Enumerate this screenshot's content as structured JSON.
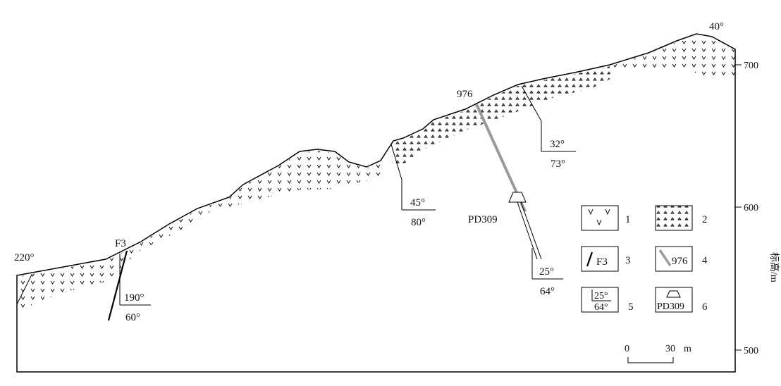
{
  "section": {
    "azimuth_left": "220°",
    "azimuth_right": "40°",
    "fault_label": "F3",
    "borehole_label": "976",
    "adit_label": "PD309"
  },
  "attitudes": [
    {
      "strike": "190°",
      "dip": "60°"
    },
    {
      "strike": "45°",
      "dip": "80°"
    },
    {
      "strike": "32°",
      "dip": "73°"
    },
    {
      "strike": "25°",
      "dip": "64°"
    }
  ],
  "elevation_axis": {
    "label": "标高/m",
    "ticks": [
      "700",
      "600",
      "500"
    ]
  },
  "scale_bar": {
    "start": "0",
    "end": "30",
    "unit": "m"
  },
  "legend": [
    {
      "num": "1",
      "symbol": "v-pattern-icon",
      "text": ""
    },
    {
      "num": "2",
      "symbol": "triangle-dot-pattern-icon",
      "text": ""
    },
    {
      "num": "3",
      "symbol": "fault-line-icon",
      "text": "F3"
    },
    {
      "num": "4",
      "symbol": "borehole-icon",
      "text": "976"
    },
    {
      "num": "5",
      "symbol": "attitude-icon",
      "text": "25°",
      "text2": "64°"
    },
    {
      "num": "6",
      "symbol": "adit-icon",
      "text": "PD309"
    }
  ],
  "colors": {
    "line": "#000000",
    "borehole": "#9a9a9a"
  }
}
